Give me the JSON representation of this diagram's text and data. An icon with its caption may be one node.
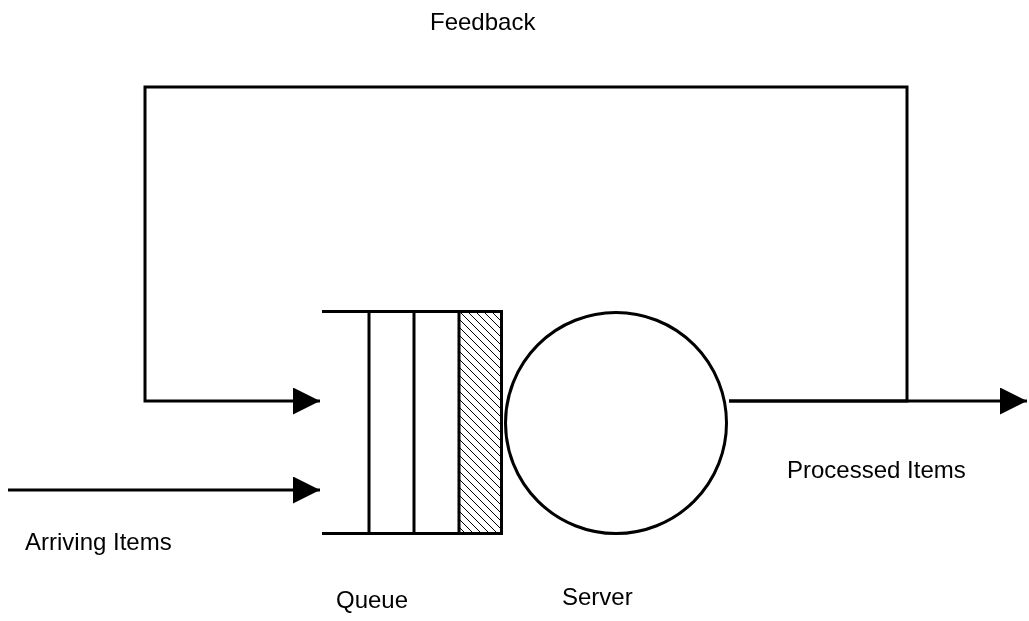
{
  "diagram": {
    "nodes": [
      {
        "text": [
          "Queue"
        ]
      },
      {
        "text": [
          "Server"
        ]
      }
    ],
    "edges": [
      {
        "from": null,
        "to": 0,
        "arrow": "to",
        "label": "Arriving Items"
      },
      {
        "from": 1,
        "to": null,
        "arrow": "to",
        "label": "Processed Items"
      },
      {
        "from": 1,
        "to": 0,
        "arrow": "to",
        "label": "Feedback"
      }
    ]
  }
}
